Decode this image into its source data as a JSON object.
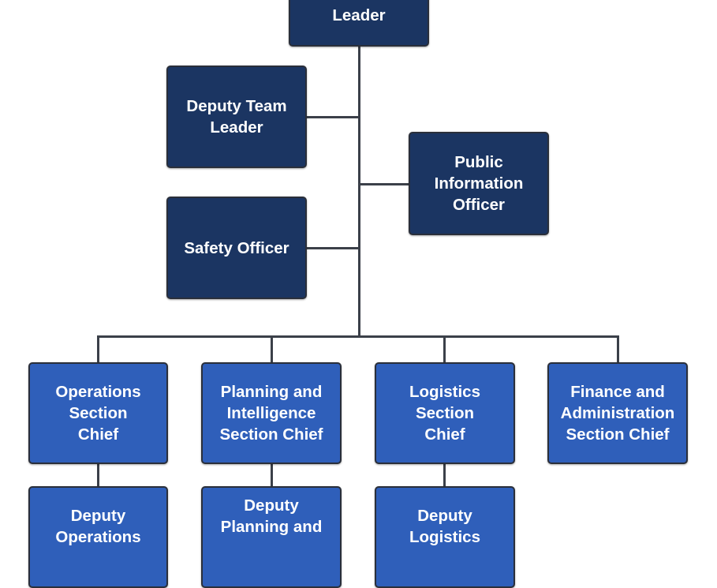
{
  "nodes": {
    "team_leader": {
      "label": "Leader"
    },
    "deputy_team_leader": {
      "label": "Deputy Team Leader"
    },
    "public_information_officer": {
      "label": "Public Information Officer"
    },
    "safety_officer": {
      "label": "Safety Officer"
    },
    "operations_chief": {
      "label": "Operations Section Chief"
    },
    "planning_chief": {
      "label": "Planning and Intelligence Section Chief"
    },
    "logistics_chief": {
      "label": "Logistics Section Chief"
    },
    "finance_chief": {
      "label": "Finance and Administration Section Chief"
    },
    "deputy_operations": {
      "line1": "Deputy",
      "line2": "Operations"
    },
    "deputy_planning": {
      "line1": "Deputy",
      "line2": "Planning and"
    },
    "deputy_logistics": {
      "line1": "Deputy",
      "line2": "Logistics"
    }
  },
  "colors": {
    "command_staff": "#1b3562",
    "section_staff": "#2f5fba",
    "connector": "#3b4049"
  }
}
